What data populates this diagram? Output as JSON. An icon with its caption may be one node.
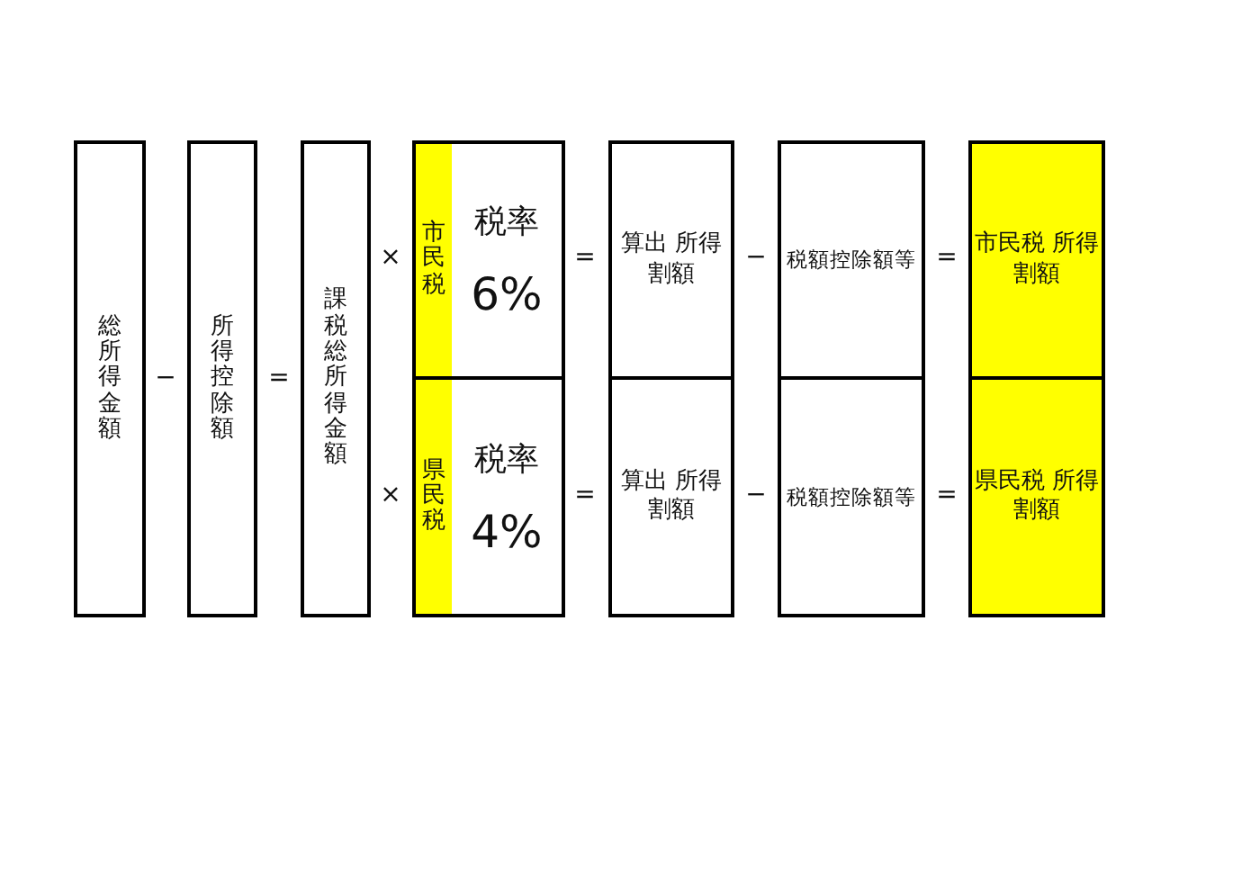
{
  "diagram": {
    "nodes": [
      {
        "text": [
          "総所得金額"
        ]
      },
      {
        "text": [
          "所得控除額"
        ]
      },
      {
        "text": [
          "課税総所得金額"
        ]
      },
      {
        "text": [
          "市民税",
          "税率",
          "6%"
        ]
      },
      {
        "text": [
          "算出 所得割額"
        ]
      },
      {
        "text": [
          "税額控除額等"
        ]
      },
      {
        "text": [
          "市民税 所得割額"
        ]
      },
      {
        "text": [
          "県民税",
          "税率",
          "4%"
        ]
      },
      {
        "text": [
          "算出 所得割額"
        ]
      },
      {
        "text": [
          "税額控除額等"
        ]
      },
      {
        "text": [
          "県民税 所得割額"
        ]
      }
    ],
    "labels": [
      "−",
      "=",
      "×",
      "=",
      "−",
      "=",
      "×",
      "=",
      "−",
      "="
    ]
  }
}
